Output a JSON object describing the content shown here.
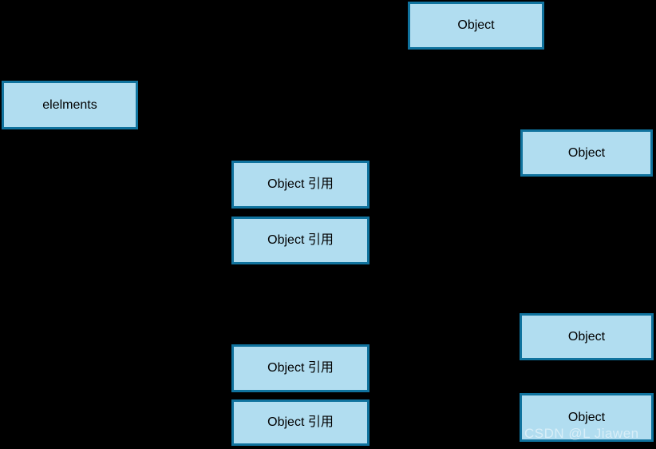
{
  "diagram": {
    "background_color": "#000000",
    "node_fill_color": "#B1DDF0",
    "node_border_color": "#10739E",
    "node_text_color": "#000000",
    "nodes": [
      {
        "id": "object-top",
        "label": "Object"
      },
      {
        "id": "elements",
        "label": "elelments"
      },
      {
        "id": "object-right-1",
        "label": "Object"
      },
      {
        "id": "object-ref-1",
        "label": "Object 引用"
      },
      {
        "id": "object-ref-2",
        "label": "Object 引用"
      },
      {
        "id": "object-right-2",
        "label": "Object"
      },
      {
        "id": "object-ref-3",
        "label": "Object 引用"
      },
      {
        "id": "object-ref-4",
        "label": "Object 引用"
      },
      {
        "id": "object-right-3",
        "label": "Object"
      }
    ],
    "watermark": "CSDN @L Jiawen"
  }
}
